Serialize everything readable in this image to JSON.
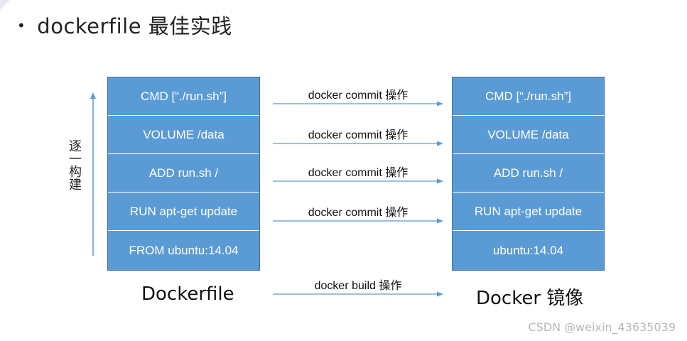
{
  "title": {
    "bullet": "•",
    "text": "dockerfile 最佳实践"
  },
  "dockerfile_stack": {
    "layers": [
      "CMD [“./run.sh”]",
      "VOLUME /data",
      "ADD run.sh  /",
      "RUN apt-get update",
      "FROM ubuntu:14.04"
    ],
    "label": "Dockerfile"
  },
  "image_stack": {
    "layers": [
      "CMD [“./run.sh”]",
      "VOLUME /data",
      "ADD run.sh  /",
      "RUN apt-get update",
      "ubuntu:14.04"
    ],
    "label": "Docker 镜像"
  },
  "build_direction_label": "逐一构建",
  "operations": [
    "docker commit 操作",
    "docker commit 操作",
    "docker commit 操作",
    "docker commit 操作",
    "docker build 操作"
  ],
  "watermark": "CSDN @weixin_43635039",
  "colors": {
    "layer_fill": "#5b9bd5",
    "layer_border": "#41719c",
    "arrow": "#5b9bd5"
  }
}
